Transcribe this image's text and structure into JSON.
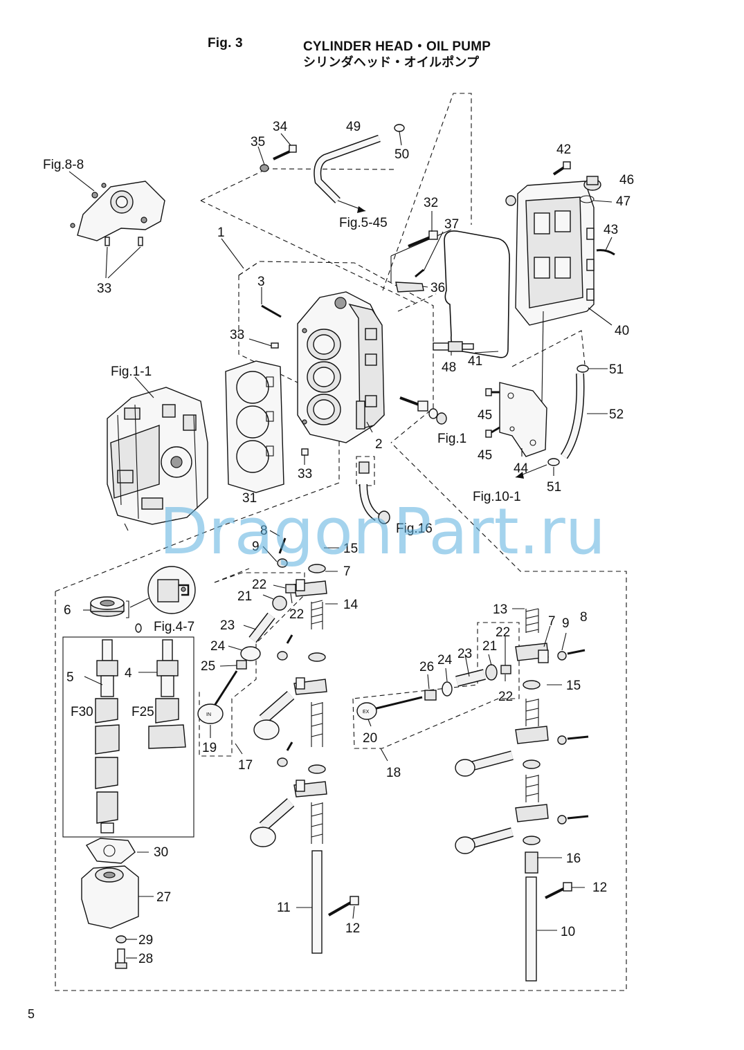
{
  "header": {
    "fig_label": "Fig. 3",
    "title_en": "CYLINDER HEAD・OIL PUMP",
    "title_jp": "シリンダヘッド・オイルポンプ"
  },
  "page_number": "5",
  "watermark": "DragonPart.ru",
  "colors": {
    "watermark": "#5aaede",
    "line": "#111111"
  },
  "refs": {
    "fig8_8": "Fig.8-8",
    "fig5_45": "Fig.5-45",
    "fig1_1": "Fig.1-1",
    "fig1": "Fig.1",
    "fig16": "Fig.16",
    "fig10_1": "Fig.10-1",
    "fig4_7": "Fig.4-7"
  },
  "callouts": {
    "c1": "1",
    "c2": "2",
    "c3": "3",
    "c4": "4",
    "c5": "5",
    "c6": "6",
    "c7a": "7",
    "c7b": "7",
    "c8a": "8",
    "c8b": "8",
    "c9a": "9",
    "c9b": "9",
    "c10": "10",
    "c11": "11",
    "c12a": "12",
    "c12b": "12",
    "c13": "13",
    "c14": "14",
    "c15a": "15",
    "c15b": "15",
    "c16": "16",
    "c17": "17",
    "c18": "18",
    "c19": "19",
    "c20": "20",
    "c21a": "21",
    "c21b": "21",
    "c22a": "22",
    "c22b": "22",
    "c22c": "22",
    "c22d": "22",
    "c23a": "23",
    "c23b": "23",
    "c24a": "24",
    "c24b": "24",
    "c25": "25",
    "c26": "26",
    "c27": "27",
    "c28": "28",
    "c29": "29",
    "c30": "30",
    "c31": "31",
    "c32": "32",
    "c33a": "33",
    "c33b": "33",
    "c33c": "33",
    "c34": "34",
    "c35": "35",
    "c36": "36",
    "c37": "37",
    "c40": "40",
    "c41": "41",
    "c42": "42",
    "c43": "43",
    "c44": "44",
    "c45a": "45",
    "c45b": "45",
    "c46": "46",
    "c47": "47",
    "c48": "48",
    "c49": "49",
    "c50": "50",
    "c51a": "51",
    "c51b": "51",
    "c52": "52",
    "f30": "F30",
    "f25": "F25"
  },
  "valve_marks": {
    "intake": "IN",
    "exhaust": "EX"
  }
}
